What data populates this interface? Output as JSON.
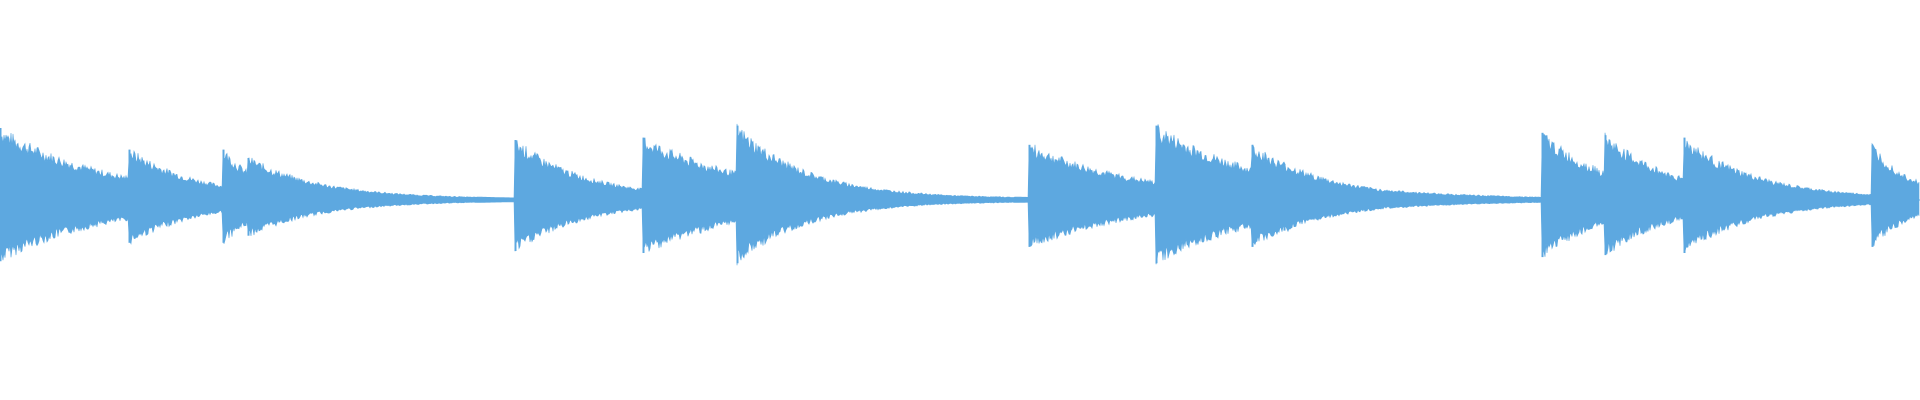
{
  "waveform": {
    "color": "#5DA8E0",
    "background": "#FFFFFF",
    "style": "audio amplitude envelope, mirrored around center line",
    "onsets": [
      {
        "time": 0.0,
        "amplitude": 0.6,
        "decay": "long"
      },
      {
        "time": 0.067,
        "amplitude": 0.42,
        "decay": "medium"
      },
      {
        "time": 0.116,
        "amplitude": 0.42,
        "decay": "short"
      },
      {
        "time": 0.129,
        "amplitude": 0.35,
        "decay": "medium"
      },
      {
        "time": 0.268,
        "amplitude": 0.5,
        "decay": "medium"
      },
      {
        "time": 0.335,
        "amplitude": 0.52,
        "decay": "long"
      },
      {
        "time": 0.384,
        "amplitude": 0.62,
        "decay": "medium"
      },
      {
        "time": 0.536,
        "amplitude": 0.46,
        "decay": "long"
      },
      {
        "time": 0.602,
        "amplitude": 0.62,
        "decay": "long"
      },
      {
        "time": 0.652,
        "amplitude": 0.46,
        "decay": "medium"
      },
      {
        "time": 0.669,
        "amplitude": 0.3,
        "decay": "medium"
      },
      {
        "time": 0.803,
        "amplitude": 0.56,
        "decay": "medium"
      },
      {
        "time": 0.836,
        "amplitude": 0.54,
        "decay": "medium"
      },
      {
        "time": 0.877,
        "amplitude": 0.52,
        "decay": "medium"
      },
      {
        "time": 0.975,
        "amplitude": 0.46,
        "decay": "short"
      }
    ]
  }
}
